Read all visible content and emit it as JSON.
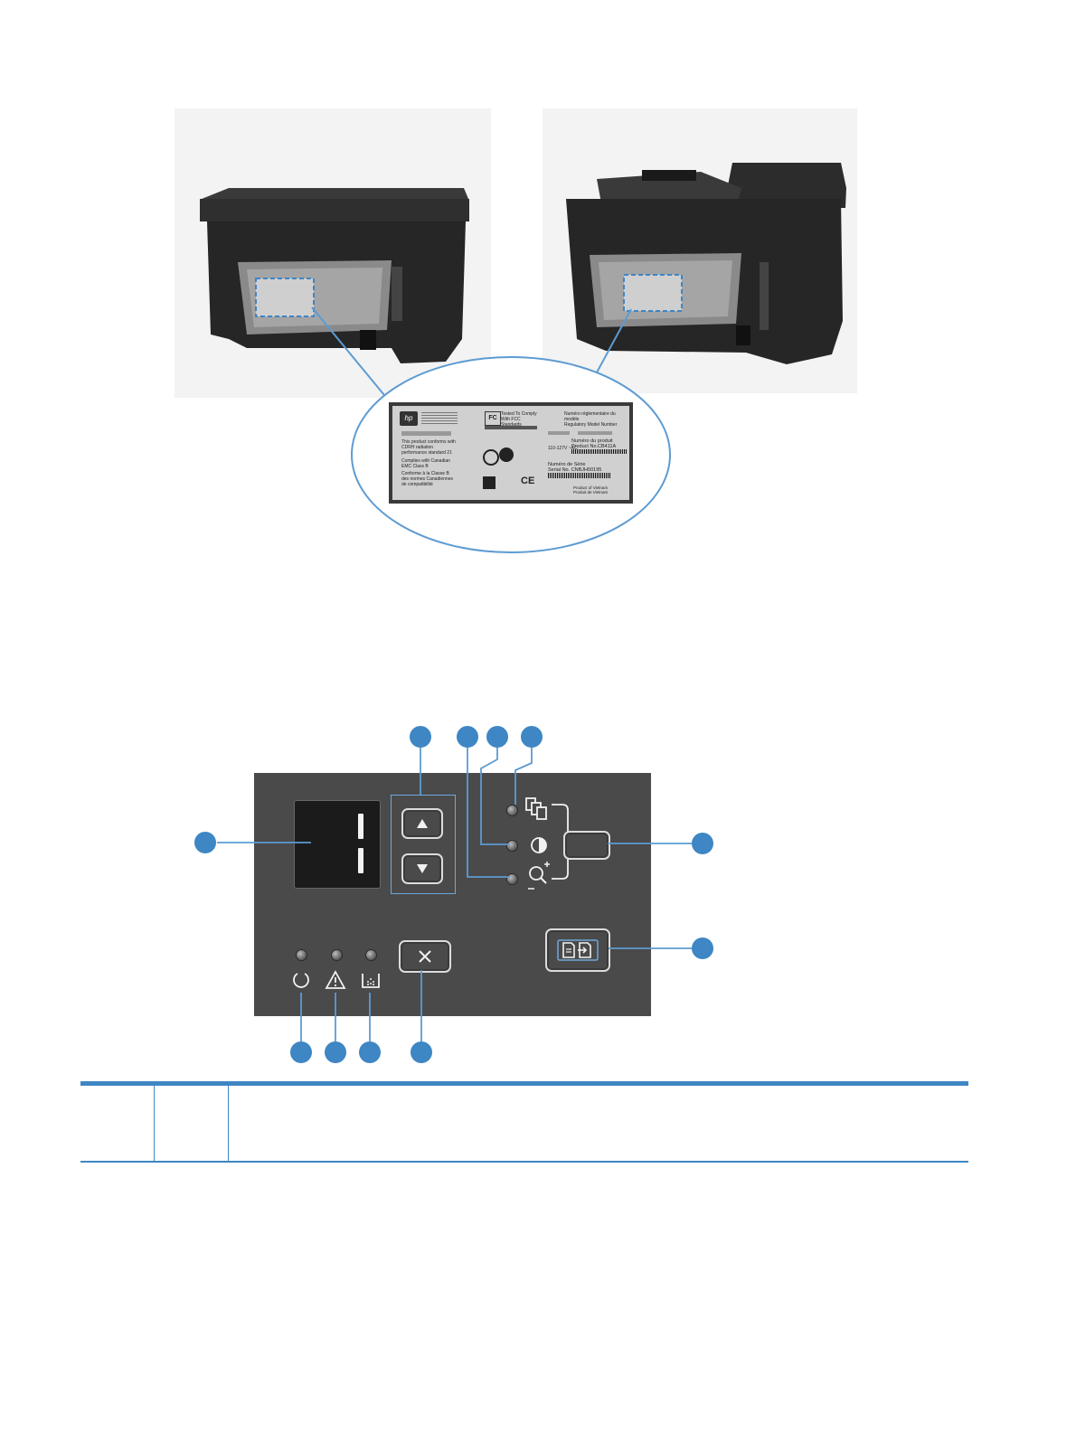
{
  "label_text": {
    "fcc_line1": "Tested To Comply",
    "fcc_line2": "With FCC Standards",
    "regulatory_fr": "Numéro réglementaire du modèle",
    "regulatory_en": "Regulatory Model Number",
    "product_fr": "Numéro du produit",
    "product_en": "Product No.",
    "product_no": "CB411A",
    "serial_fr": "Numéro de Série",
    "serial_en": "Serial No.",
    "serial_no": "CNBJH00195",
    "made_en": "Product of Vietnam",
    "made_fr": "Produit de Vietnam",
    "voltage": "110-127V ~AC",
    "conform_text": "This product conforms with CDRH radiation performance standard 21 CFR chapter 1, sub-chapter J.",
    "canada_text": "Complies with Canadian EMC Class B requirements.",
    "canada_fr": "Conforme à la Classe B des normes Canadiennes de compatibilité électromagnétiques."
  },
  "panel": {
    "display_digits": "11"
  },
  "table": {
    "col1": "",
    "col2": "",
    "col3": ""
  },
  "colors": {
    "accent": "#3e86c4",
    "panel": "#4a4a4a"
  }
}
